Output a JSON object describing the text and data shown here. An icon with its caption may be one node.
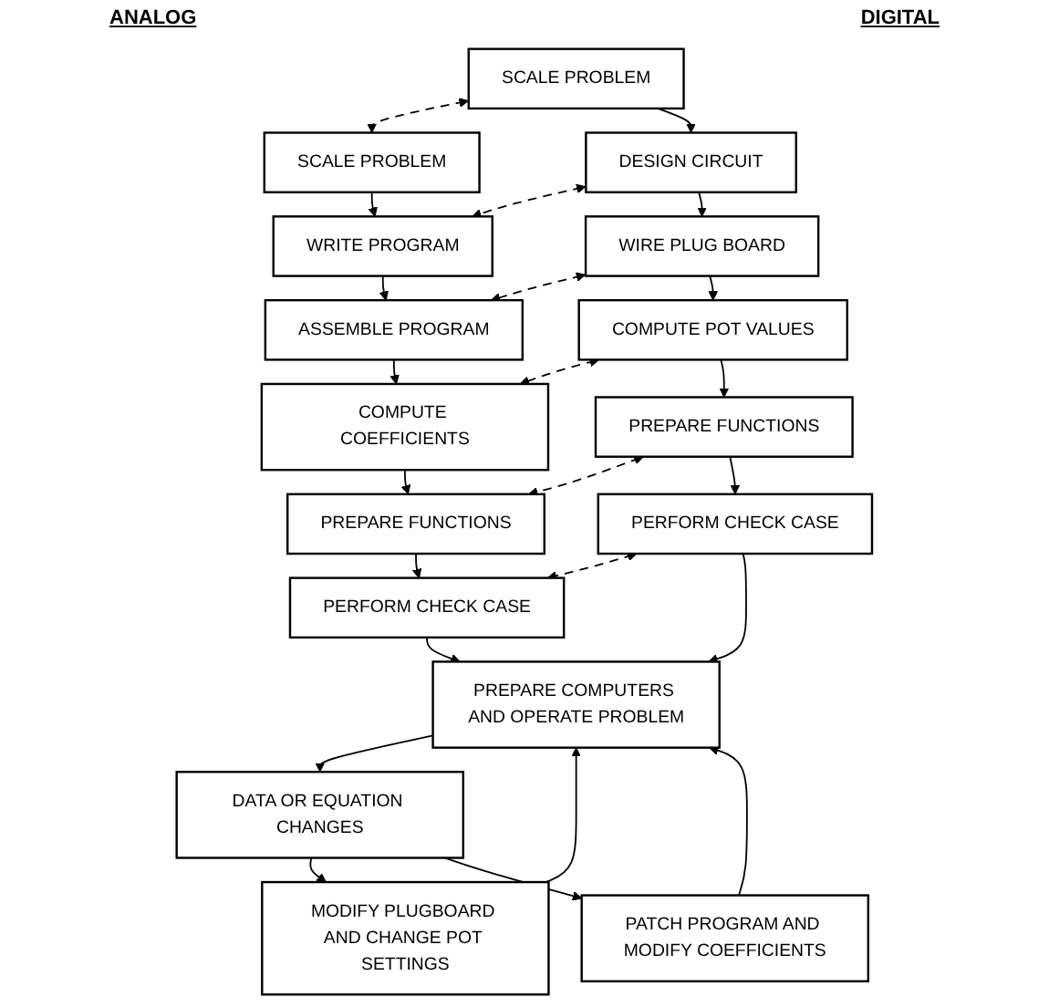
{
  "diagram": {
    "nodes": [
      {
        "text": [
          "SCALE PROBLEM"
        ]
      },
      {
        "text": [
          "SCALE PROBLEM"
        ]
      },
      {
        "text": [
          "DESIGN CIRCUIT"
        ]
      },
      {
        "text": [
          "WRITE PROGRAM"
        ]
      },
      {
        "text": [
          "WIRE PLUG BOARD"
        ]
      },
      {
        "text": [
          "ASSEMBLE PROGRAM"
        ]
      },
      {
        "text": [
          "COMPUTE POT VALUES"
        ]
      },
      {
        "text": [
          "COMPUTE COEFFICIENTS"
        ]
      },
      {
        "text": [
          "PREPARE FUNCTIONS"
        ]
      },
      {
        "text": [
          "PREPARE FUNCTIONS"
        ]
      },
      {
        "text": [
          "PERFORM CHECK CASE"
        ]
      },
      {
        "text": [
          "PERFORM CHECK CASE"
        ]
      },
      {
        "text": [
          "PREPARE COMPUTERS AND OPERATE PROBLEM"
        ]
      },
      {
        "text": [
          "DATA OR EQUATION CHANGES"
        ]
      },
      {
        "text": [
          "MODIFY PLUGBOARD AND CHANGE POT SETTINGS"
        ]
      },
      {
        "text": [
          "PATCH PROGRAM AND MODIFY COEFFICIENTS"
        ]
      }
    ],
    "edges": [
      {
        "from": 0,
        "to": 1,
        "arrow": "both",
        "style": "dashed"
      },
      {
        "from": 0,
        "to": 2,
        "arrow": "to"
      },
      {
        "from": 1,
        "to": 3,
        "arrow": "to"
      },
      {
        "from": 2,
        "to": 3,
        "arrow": "both",
        "style": "dashed"
      },
      {
        "from": 2,
        "to": 4,
        "arrow": "to"
      },
      {
        "from": 3,
        "to": 5,
        "arrow": "to"
      },
      {
        "from": 4,
        "to": 5,
        "arrow": "both",
        "style": "dashed"
      },
      {
        "from": 4,
        "to": 6,
        "arrow": "to"
      },
      {
        "from": 5,
        "to": 7,
        "arrow": "to"
      },
      {
        "from": 6,
        "to": 7,
        "arrow": "both",
        "style": "dashed"
      },
      {
        "from": 6,
        "to": 8,
        "arrow": "to"
      },
      {
        "from": 7,
        "to": 9,
        "arrow": "to"
      },
      {
        "from": 8,
        "to": 9,
        "arrow": "both",
        "style": "dashed"
      },
      {
        "from": 8,
        "to": 10,
        "arrow": "to"
      },
      {
        "from": 9,
        "to": 11,
        "arrow": "to"
      },
      {
        "from": 10,
        "to": 11,
        "arrow": "both",
        "style": "dashed"
      },
      {
        "from": 10,
        "to": 12,
        "arrow": "to"
      },
      {
        "from": 11,
        "to": 12,
        "arrow": "to"
      },
      {
        "from": 12,
        "to": 13,
        "arrow": "to"
      },
      {
        "from": 13,
        "to": 14,
        "arrow": "to"
      },
      {
        "from": 13,
        "to": 15,
        "arrow": "to"
      },
      {
        "from": 14,
        "to": 12,
        "arrow": "to"
      },
      {
        "from": 15,
        "to": 12,
        "arrow": "to"
      }
    ],
    "labels": [
      "ANALOG",
      "DIGITAL"
    ]
  }
}
